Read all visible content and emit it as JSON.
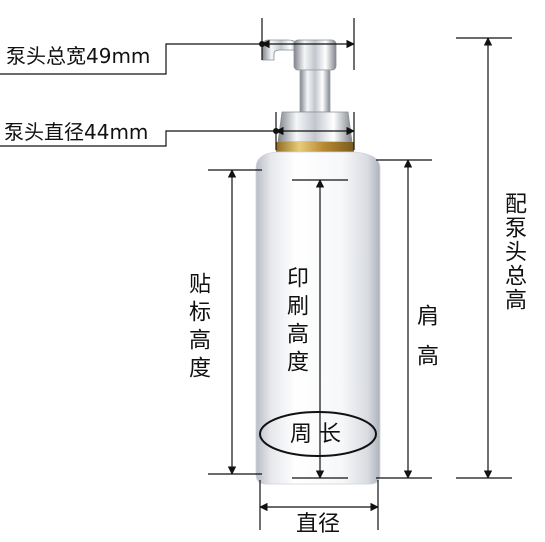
{
  "labels": {
    "pump_total_width": "泵头总宽49mm",
    "pump_diameter": "泵头直径44mm",
    "label_height": "贴标高度",
    "print_height": "印刷高度",
    "shoulder_height": "肩高",
    "total_height_with_pump": "配泵头总高",
    "circumference": "周 长",
    "diameter": "直径"
  },
  "colors": {
    "line": "#111111",
    "bottle_light": "#ffffff",
    "bottle_shade": "#cfd3da",
    "collar_gold": "#c9a24a",
    "chrome_dark": "#8a8f96",
    "chrome_light": "#f2f4f6"
  }
}
